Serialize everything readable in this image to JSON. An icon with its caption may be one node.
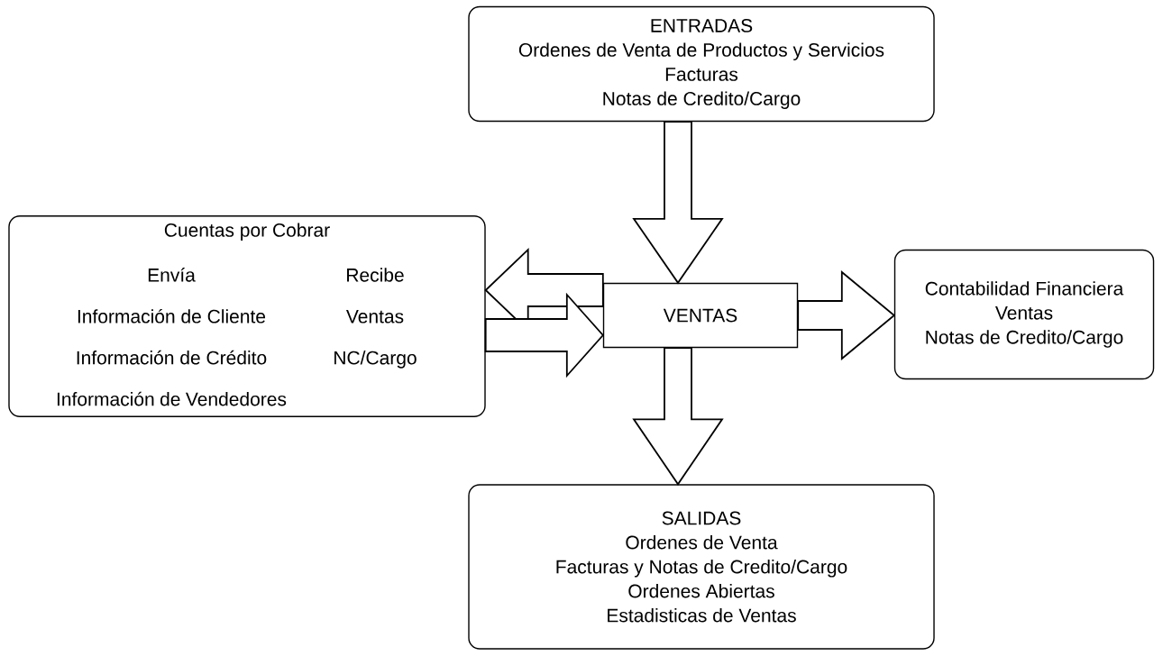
{
  "diagram": {
    "nodes": [
      {
        "text": [
          "ENTRADAS",
          "Ordenes de Venta de Productos y Servicios",
          "Facturas",
          "Notas de Credito/Cargo"
        ]
      },
      {
        "text": [
          "Cuentas por Cobrar",
          "Envía",
          "Información de Cliente",
          "Información de Crédito",
          "Información de Vendedores",
          "Recibe",
          "Ventas",
          "NC/Cargo"
        ]
      },
      {
        "text": [
          "VENTAS"
        ]
      },
      {
        "text": [
          "Contabilidad Financiera",
          "Ventas",
          "Notas de Credito/Cargo"
        ]
      },
      {
        "text": [
          "SALIDAS",
          "Ordenes de Venta",
          "Facturas y Notas de Credito/Cargo",
          "Ordenes Abiertas",
          "Estadisticas de Ventas"
        ]
      }
    ],
    "edges": [
      {
        "from": 0,
        "to": 2,
        "arrow": "to"
      },
      {
        "from": 2,
        "to": 1,
        "arrow": "to"
      },
      {
        "from": 1,
        "to": 2,
        "arrow": "to"
      },
      {
        "from": 2,
        "to": 3,
        "arrow": "to"
      },
      {
        "from": 2,
        "to": 4,
        "arrow": "to"
      }
    ]
  }
}
